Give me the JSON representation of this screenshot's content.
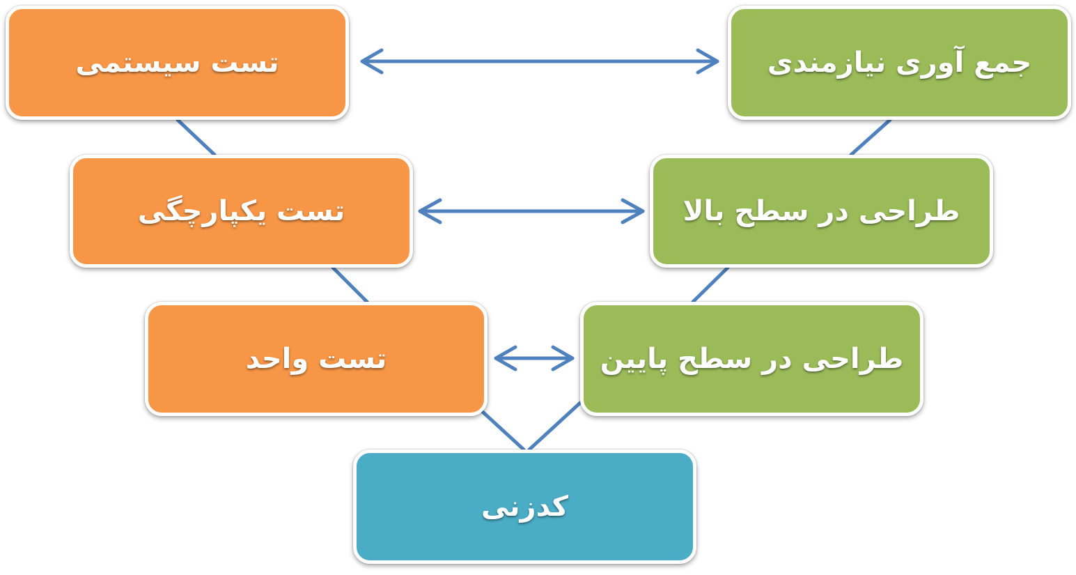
{
  "diagram": {
    "colors": {
      "test_phase": "#f79646",
      "design_phase": "#9bbb59",
      "coding_phase": "#4bacc6",
      "connector": "#4f81bd",
      "text": "#ffffff"
    },
    "boxes": {
      "system_test": "تست سیستمی",
      "integration_test": "تست یکپارچگی",
      "unit_test": "تست واحد",
      "coding": "کدزنی",
      "requirements": "جمع آوری نیازمندی",
      "high_level_design": "طراحی در سطح بالا",
      "low_level_design": "طراحی در سطح پایین"
    },
    "links": [
      {
        "from": "system_test",
        "to": "requirements",
        "type": "double-arrow"
      },
      {
        "from": "integration_test",
        "to": "high_level_design",
        "type": "double-arrow"
      },
      {
        "from": "unit_test",
        "to": "low_level_design",
        "type": "double-arrow"
      },
      {
        "from": "system_test",
        "to": "integration_test",
        "type": "line"
      },
      {
        "from": "integration_test",
        "to": "unit_test",
        "type": "line"
      },
      {
        "from": "unit_test",
        "to": "coding",
        "type": "line"
      },
      {
        "from": "requirements",
        "to": "high_level_design",
        "type": "line"
      },
      {
        "from": "high_level_design",
        "to": "low_level_design",
        "type": "line"
      },
      {
        "from": "low_level_design",
        "to": "coding",
        "type": "line"
      }
    ]
  }
}
